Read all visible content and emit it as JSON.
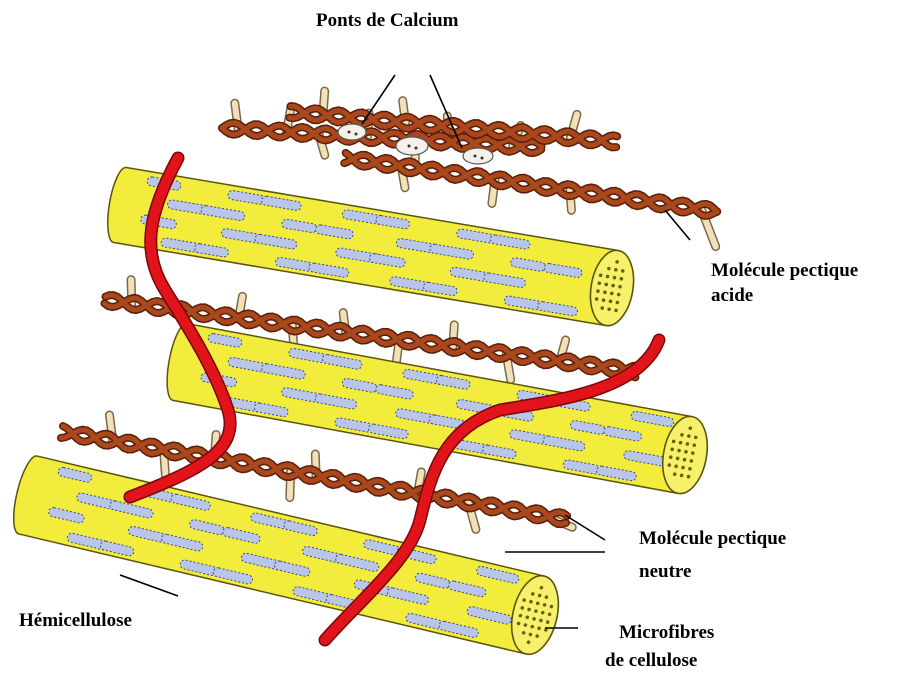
{
  "labels": {
    "calcium_bridges": "Ponts de Calcium",
    "acidic_pectin_line1": "Molécule pectique",
    "acidic_pectin_line2": "acide",
    "neutral_pectin_line1": "Molécule pectique",
    "neutral_pectin_line2": "neutre",
    "hemicellulose": "Hémicellulose",
    "cellulose_line1": "Microfibres",
    "cellulose_line2": "de cellulose"
  },
  "colors": {
    "background": "#ffffff",
    "microfibril_fill": "#f2ec3c",
    "microfibril_end": "#f7f06a",
    "microfibril_stroke": "#5a5410",
    "hemicellulose_fill": "#b9c6ea",
    "hemicellulose_stroke": "#3c4a80",
    "pectin_chain": "#a8481c",
    "pectin_chain_dark": "#5c1d08",
    "pectin_branch": "#f1e0b8",
    "extensin": "#e0141a",
    "calcium_bridge": "#f4f1ea",
    "leader_line": "#000000"
  }
}
